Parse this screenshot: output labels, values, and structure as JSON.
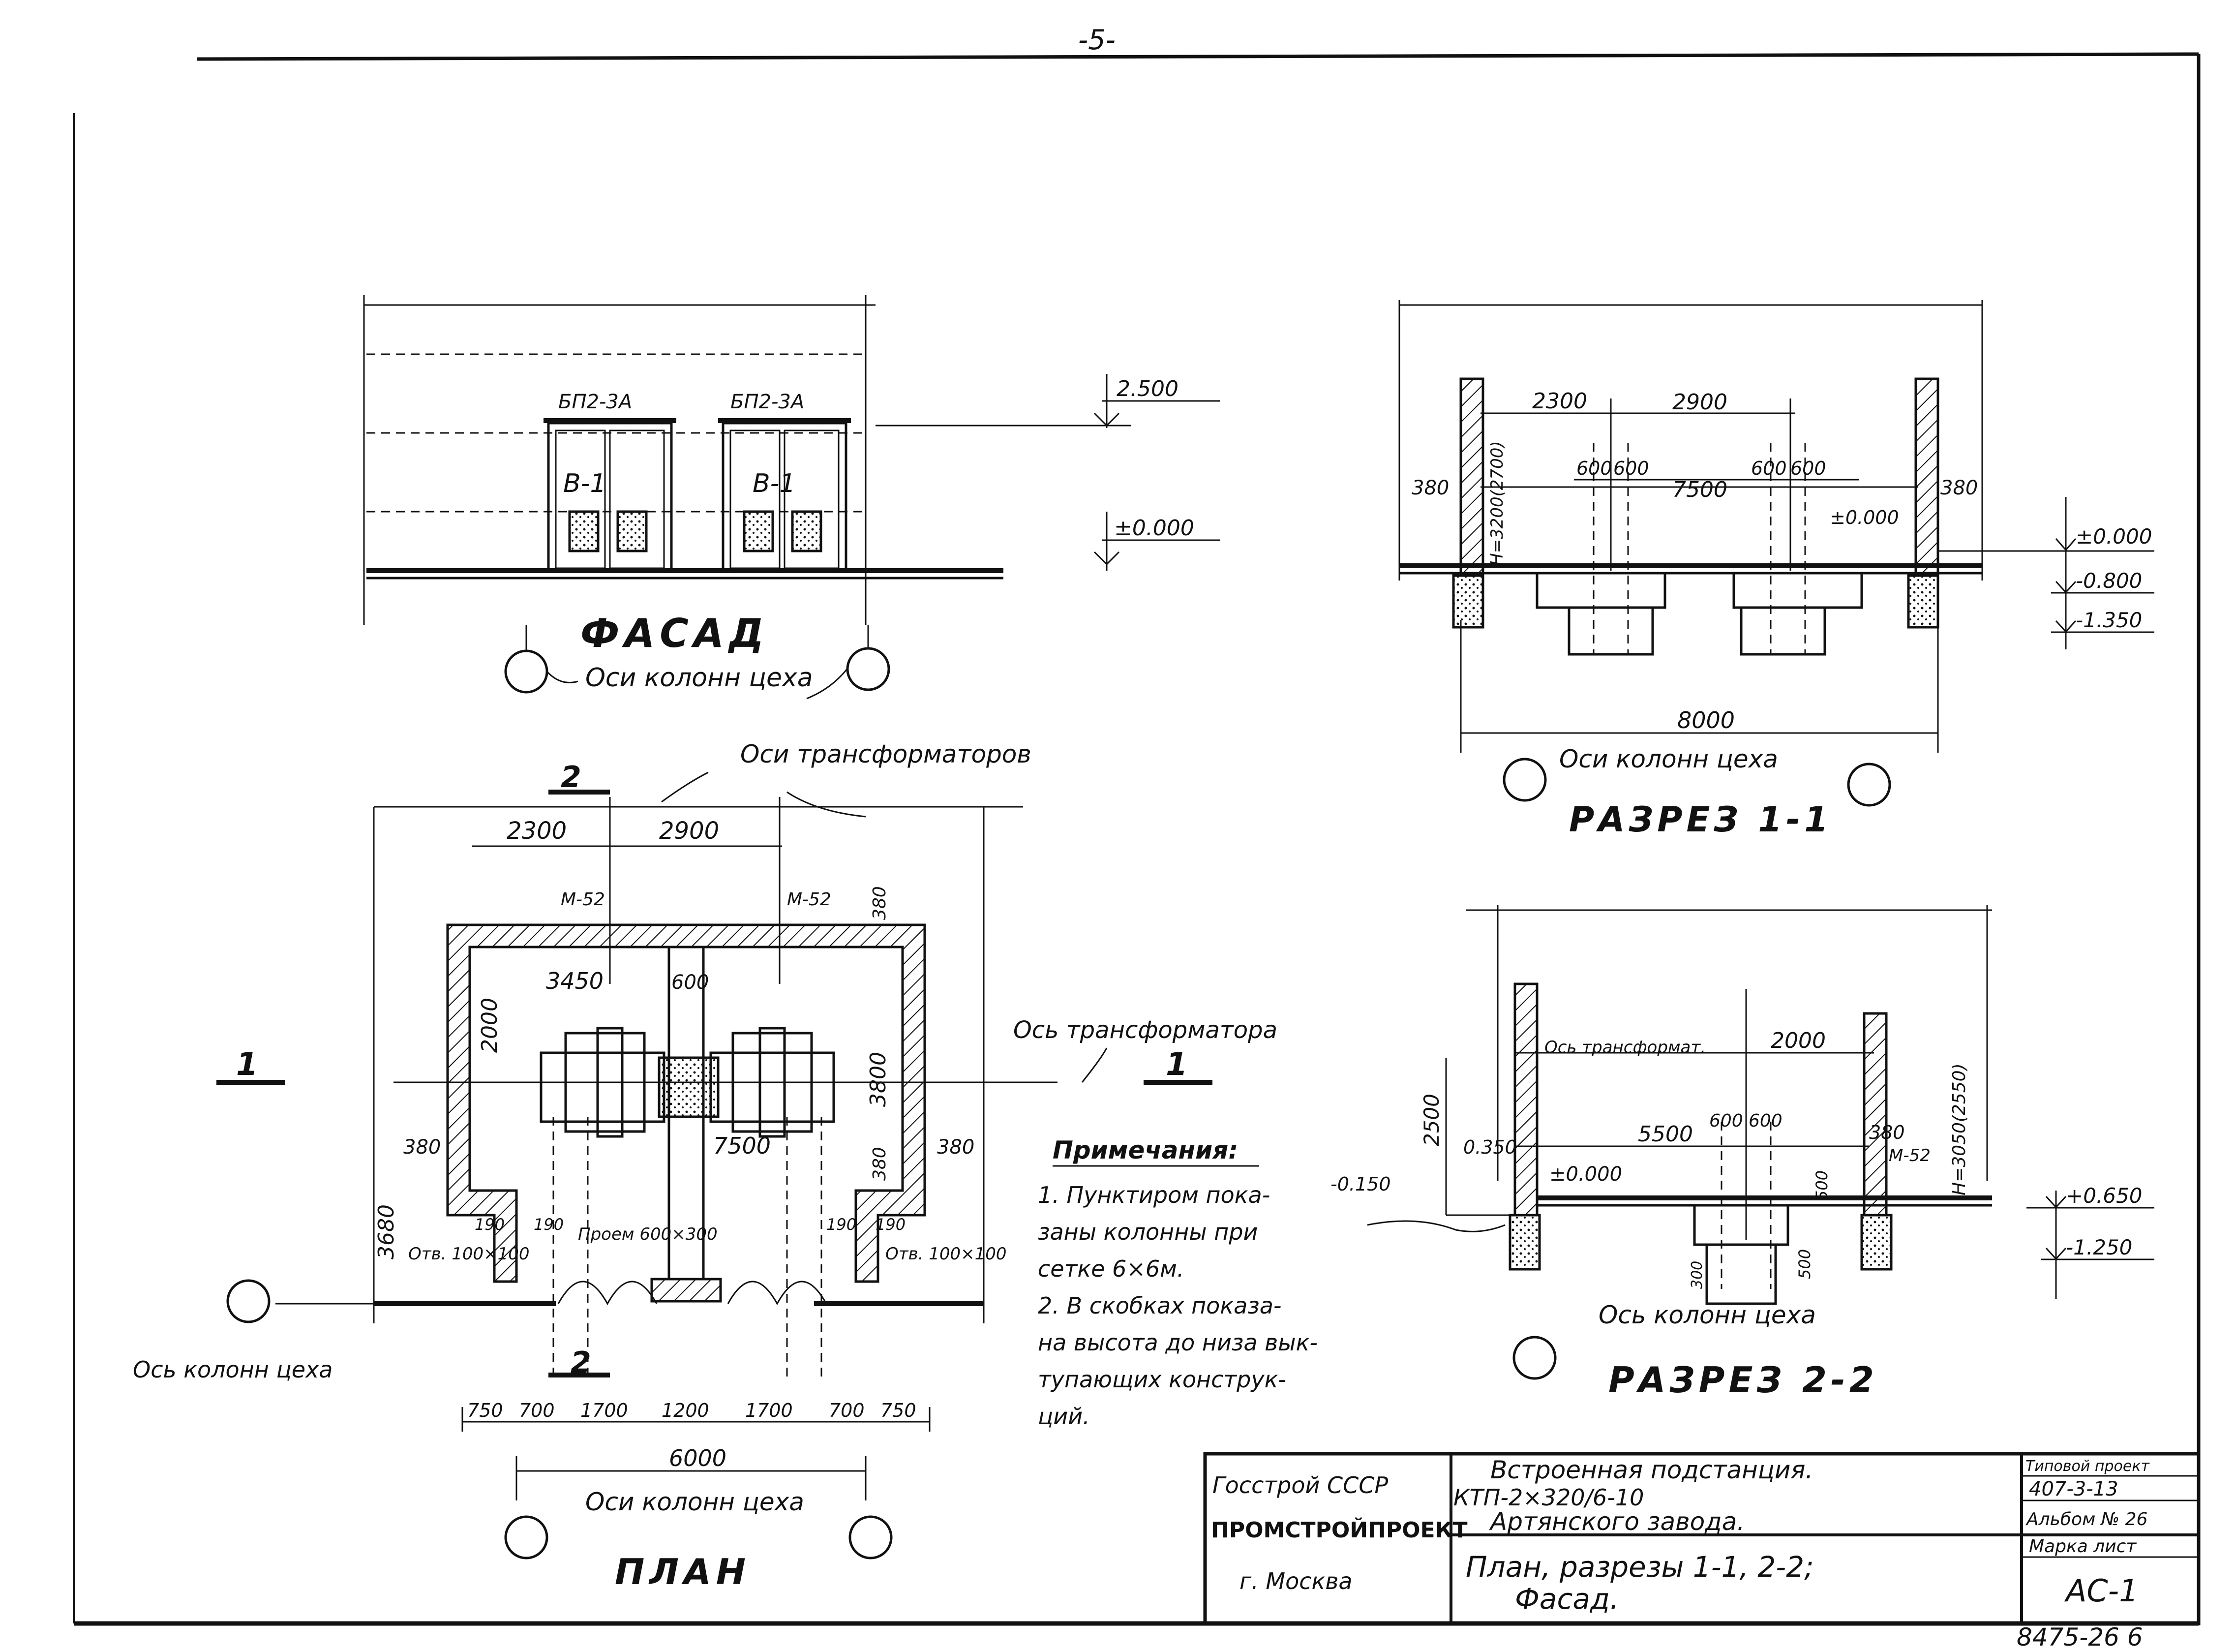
{
  "page_number": "-5-",
  "facade": {
    "title": "ФАСАД",
    "door_mark_left": "БП2-3А",
    "door_mark_right": "БП2-3А",
    "door_label_left": "В-1",
    "door_label_right": "В-1",
    "level_top": "2.500",
    "level_zero": "±0.000",
    "axes_caption": "Оси колонн цеха"
  },
  "section_1": {
    "title": "РАЗРЕЗ 1-1",
    "dim_2300": "2300",
    "dim_2900": "2900",
    "dim_600_a": "600",
    "dim_600_b": "600",
    "dim_600_c": "600",
    "dim_600_d": "600",
    "dim_7500": "7500",
    "dim_380_left": "380",
    "dim_380_right": "380",
    "height_note": "Н=3200(2700)",
    "dim_8000": "8000",
    "level_zero_inner": "±0.000",
    "level_0": "±0.000",
    "level_1": "-0.800",
    "level_2": "-1.350",
    "axes_caption": "Оси колонн цеха"
  },
  "plan": {
    "title": "ПЛАН",
    "section_mark_top": "2",
    "section_mark_bottom": "2",
    "section_mark_left": "1",
    "section_mark_right": "1",
    "transformer_axes_label": "Оси трансформаторов",
    "transformer_axis_label": "Ось трансформатора",
    "column_axis_label": "Ось колонн цеха",
    "dim_2300": "2300",
    "dim_2900": "2900",
    "mark_m52_left": "М-52",
    "mark_m52_right": "М-52",
    "dim_380_top": "380",
    "dim_3450": "3450",
    "dim_600": "600",
    "dim_2000": "2000",
    "dim_3800": "3800",
    "dim_380_left": "380",
    "dim_380_right": "380",
    "dim_380_inner": "380",
    "dim_7500": "7500",
    "dim_3680": "3680",
    "dim_190_a": "190",
    "dim_190_b": "190",
    "dim_190_c": "190",
    "dim_190_d": "190",
    "opening_left": "Отв. 100×100",
    "opening_right": "Отв. 100×100",
    "passage": "Проем 600×300",
    "bottom_dims": [
      "750",
      "700",
      "1700",
      "1200",
      "1700",
      "700",
      "750"
    ],
    "dim_6000": "6000",
    "axes_caption": "Оси колонн цеха"
  },
  "section_2": {
    "title": "РАЗРЕЗ 2-2",
    "axis_label": "Ось трансформат.",
    "dim_2000": "2000",
    "dim_2500": "2500",
    "dim_035": "0.350",
    "dim_5500": "5500",
    "dim_600_a": "600",
    "dim_600_b": "600",
    "dim_380": "380",
    "mark_m52": "М-52",
    "height_note": "Н=3050(2550)",
    "level_left": "-0.150",
    "level_zero": "±0.000",
    "dim_500_a": "500",
    "dim_500_b": "500",
    "dim_300": "300",
    "level_1": "+0.650",
    "level_2": "-1.250",
    "axes_caption": "Ось колонн цеха"
  },
  "notes": {
    "heading": "Примечания:",
    "lines": [
      "1. Пунктиром пока-",
      "заны колонны при",
      "сетке 6×6м.",
      "2. В скобках показа-",
      "на высота до низа вык-",
      "тупающих конструк-",
      "ций."
    ]
  },
  "title_block": {
    "org_line1": "Госстрой СССР",
    "org_line2": "ПРОМСТРОЙПРОЕКТ",
    "org_line3": "г. Москва",
    "project_line1": "Встроенная подстанция.",
    "project_line2": "КТП-2×320/6-10",
    "project_line3": "Артянского завода.",
    "sheet_title_line1": "План, разрезы 1-1, 2-2;",
    "sheet_title_line2": "Фасад.",
    "type_project": "Типовой проект",
    "project_code": "407-3-13",
    "album": "Альбом № 26",
    "mark_sheet_label": "Марка лист",
    "mark_sheet_value": "АС-1",
    "footer": "8475-26  6"
  }
}
